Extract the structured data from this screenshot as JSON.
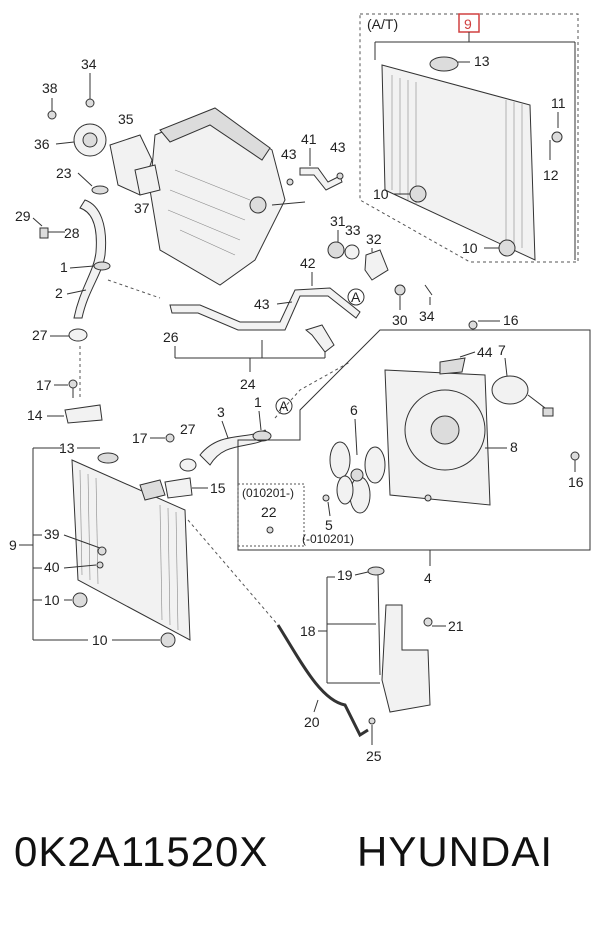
{
  "diagram": {
    "at_label": "(A/T)",
    "highlight_callout": "9",
    "callouts": [
      "1",
      "2",
      "3",
      "4",
      "5",
      "6",
      "7",
      "8",
      "9",
      "10",
      "11",
      "12",
      "13",
      "14",
      "15",
      "16",
      "17",
      "18",
      "19",
      "20",
      "21",
      "22",
      "23",
      "24",
      "25",
      "26",
      "27",
      "28",
      "29",
      "30",
      "31",
      "32",
      "33",
      "34",
      "35",
      "36",
      "37",
      "38",
      "39",
      "40",
      "41",
      "42",
      "43",
      "44"
    ],
    "ref_marker": "A",
    "date_from": "(010201-)",
    "date_to": "(-010201)"
  },
  "footer": {
    "part_number": "0K2A11520X",
    "brand": "HYUNDAI"
  },
  "colors": {
    "highlight": "#d04040"
  }
}
